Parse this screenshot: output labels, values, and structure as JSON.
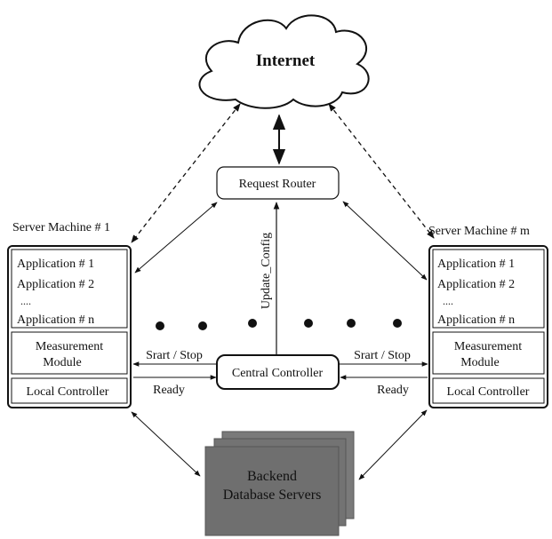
{
  "nodes": {
    "internet": "Internet",
    "request_router": "Request Router",
    "central_controller": "Central Controller",
    "backend": {
      "line1": "Backend",
      "line2": "Database Servers"
    }
  },
  "server_left": {
    "title": "Server Machine # 1",
    "apps": [
      "Application # 1",
      "Application # 2",
      "....",
      "Application # n"
    ],
    "measurement": {
      "line1": "Measurement",
      "line2": "Module"
    },
    "local_controller": "Local Controller"
  },
  "server_right": {
    "title": "Server Machine # m",
    "apps": [
      "Application # 1",
      "Application # 2",
      "....",
      "Application # n"
    ],
    "measurement": {
      "line1": "Measurement",
      "line2": "Module"
    },
    "local_controller": "Local Controller"
  },
  "labels": {
    "start_stop_left": "Srart / Stop",
    "ready_left": "Ready",
    "start_stop_right": "Srart / Stop",
    "ready_right": "Ready",
    "update_config": "Update_Config"
  },
  "colors": {
    "backend_fill": "#6f6f6f",
    "backend_text": "#e8e8e8",
    "line": "#111111"
  }
}
